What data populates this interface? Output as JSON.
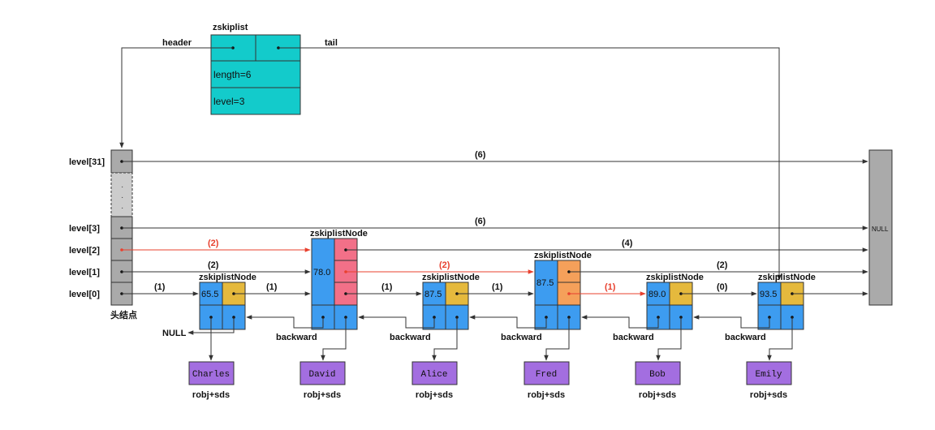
{
  "colors": {
    "zskiplist_fill": "#13cbcb",
    "header_node_fill": "#aaaaaa",
    "null_fill": "#aaaaaa",
    "node_blue": "#3d9cf0",
    "node_yellow": "#e5b93d",
    "node_pink": "#f27088",
    "node_orange": "#f5a05a",
    "obj_purple": "#a36ee0",
    "red_path": "#e8402e",
    "line": "#333333"
  },
  "zskiplist": {
    "title": "zskiplist",
    "header_label": "header",
    "tail_label": "tail",
    "length": "length=6",
    "level": "level=3"
  },
  "header_node": {
    "caption": "头结点",
    "levels": [
      "level[31]",
      "level[3]",
      "level[2]",
      "level[1]",
      "level[0]"
    ],
    "dots": [
      "·",
      "·",
      "·"
    ]
  },
  "null_box": {
    "label": "NULL"
  },
  "null_left": {
    "label": "NULL"
  },
  "node_title": "zskiplistNode",
  "backward_label": "backward",
  "obj_caption": "robj+sds",
  "nodes": [
    {
      "score": "65.5",
      "obj": "Charles",
      "level_count": 1
    },
    {
      "score": "78.0",
      "obj": "David",
      "level_count": 3
    },
    {
      "score": "87.5",
      "obj": "Alice",
      "level_count": 1
    },
    {
      "score": "87.5",
      "obj": "Fred",
      "level_count": 2
    },
    {
      "score": "89.0",
      "obj": "Bob",
      "level_count": 1
    },
    {
      "score": "93.5",
      "obj": "Emily",
      "level_count": 1
    }
  ],
  "spans": {
    "level31": "(6)",
    "level3": "(6)",
    "level2_a": "(2)",
    "level2_b": "(4)",
    "level1_a": "(2)",
    "level1_b": "(2)",
    "level1_c": "(2)",
    "level0": [
      "(1)",
      "(1)",
      "(1)",
      "(1)",
      "(1)",
      "(0)"
    ]
  }
}
